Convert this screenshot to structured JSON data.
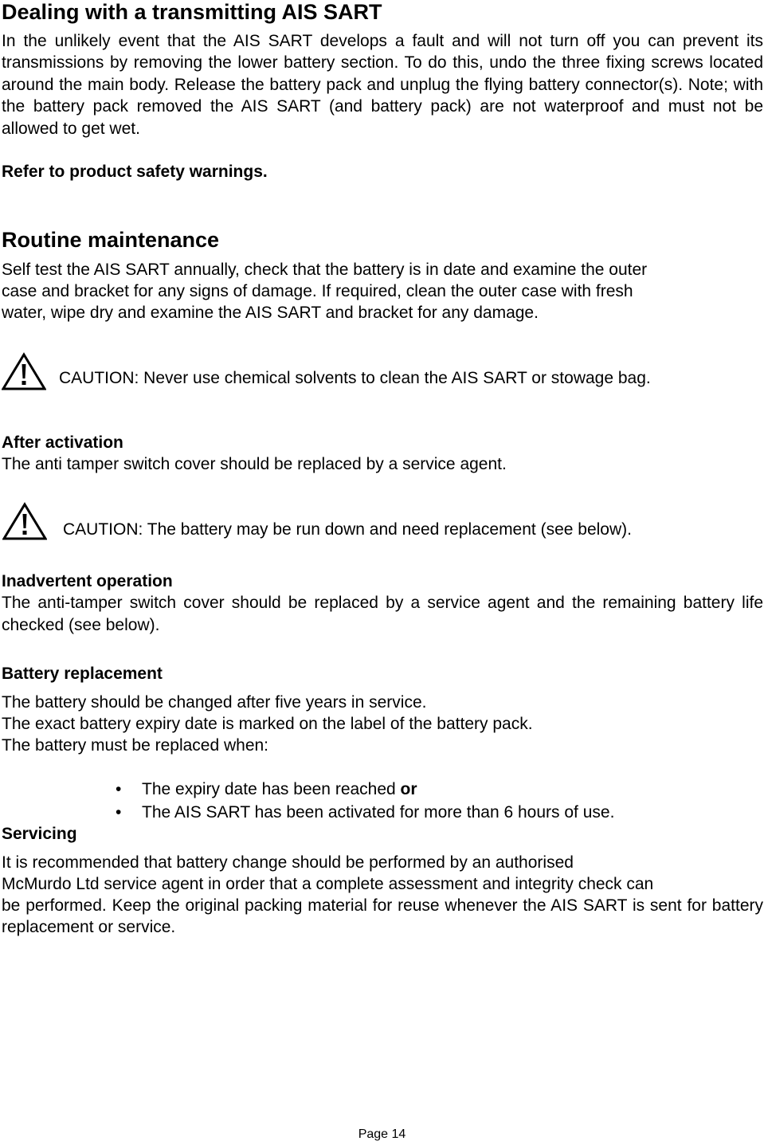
{
  "section1": {
    "heading": "Dealing with a transmitting AIS SART",
    "paragraph": "In the unlikely event that the AIS SART develops a fault and will not turn off you can prevent its transmissions by removing the lower battery section. To do this, undo the three fixing screws located around  the main body. Release the battery pack and unplug the flying battery connector(s).  Note; with the battery pack removed the AIS SART (and battery pack) are not waterproof and must not be allowed to get wet.",
    "warning_ref": "Refer to product safety warnings."
  },
  "section2": {
    "heading": "Routine maintenance",
    "lines": [
      "Self test the AIS SART annually, check that the battery is in date and examine the outer",
      "case and bracket for any signs of damage.  If required, clean the outer case with fresh",
      "water, wipe dry and examine the AIS SART and bracket for any damage."
    ],
    "caution": "CAUTION: Never use chemical solvents to clean the AIS SART or stowage bag."
  },
  "after_activation": {
    "heading": "After activation",
    "text": "The anti tamper switch cover should be replaced by a service agent.",
    "caution": "CAUTION: The battery may be run down and need replacement (see below)."
  },
  "inadvertent": {
    "heading": "Inadvertent operation",
    "text": "The anti-tamper switch cover should be replaced by a service agent and the remaining battery life checked (see below)."
  },
  "battery": {
    "heading": "Battery replacement",
    "lines": [
      "The battery should be changed after five years in service.",
      "The exact battery expiry date is marked on the label of the battery pack.",
      "The battery must be replaced when:"
    ],
    "bullets": [
      {
        "text": "The expiry date has been reached ",
        "emphasis": "or"
      },
      {
        "text": "The AIS SART has been activated for more than 6 hours of use.",
        "emphasis": ""
      }
    ],
    "bullet_glyph": "•"
  },
  "servicing": {
    "heading": "Servicing",
    "lines": [
      "It is recommended that battery change should be performed by an authorised",
      "McMurdo Ltd service agent in order that a complete assessment and integrity check can"
    ],
    "paragraph": "be performed. Keep the original packing material for reuse whenever the AIS SART is sent for battery replacement or service."
  },
  "icons": {
    "caution": "warning-triangle-icon"
  },
  "footer": {
    "page": "Page 14"
  }
}
